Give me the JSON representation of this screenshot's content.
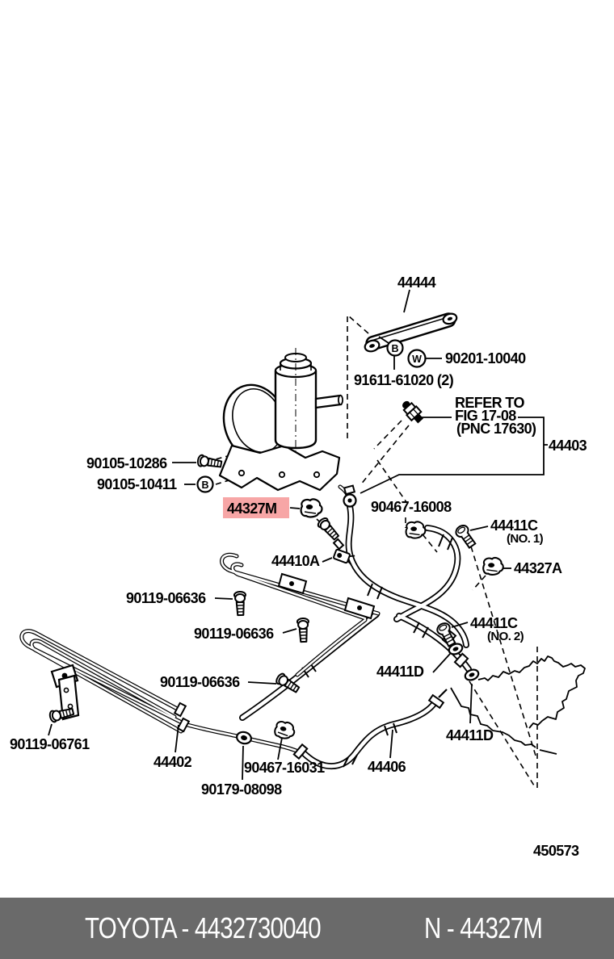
{
  "diagram": {
    "parts": {
      "p44444": "44444",
      "p90201_10040": "90201-10040",
      "p91611_61020": "91611-61020 (2)",
      "refer_line1": "REFER TO",
      "refer_line2": "FIG 17-08",
      "refer_line3": "(PNC 17630)",
      "p44403": "44403",
      "p90105_10286": "90105-10286",
      "p90105_10411": "90105-10411",
      "p44327m": "44327M",
      "p90467_16008": "90467-16008",
      "p44411c": "44411C",
      "p44411c_no1": "(NO. 1)",
      "p44410a": "44410A",
      "p44327a": "44327A",
      "p90119_06636": "90119-06636",
      "p44411c_no2": "(NO. 2)",
      "p44411d": "44411D",
      "p90119_06761": "90119-06761",
      "p44402": "44402",
      "p90467_16031": "90467-16031",
      "p44406": "44406",
      "p90179_08098": "90179-08098"
    },
    "circled_letters": {
      "b": "B",
      "w": "W"
    },
    "figure_number": "450573",
    "highlight": {
      "text_color": "#e03c3c",
      "bg_color": "#f7a6a6"
    }
  },
  "footer": {
    "left_code": "TOYOTA - 4432730040",
    "right_code": "N - 44327M",
    "bg_color": "#6a6a6a",
    "text_color": "#ffffff"
  }
}
